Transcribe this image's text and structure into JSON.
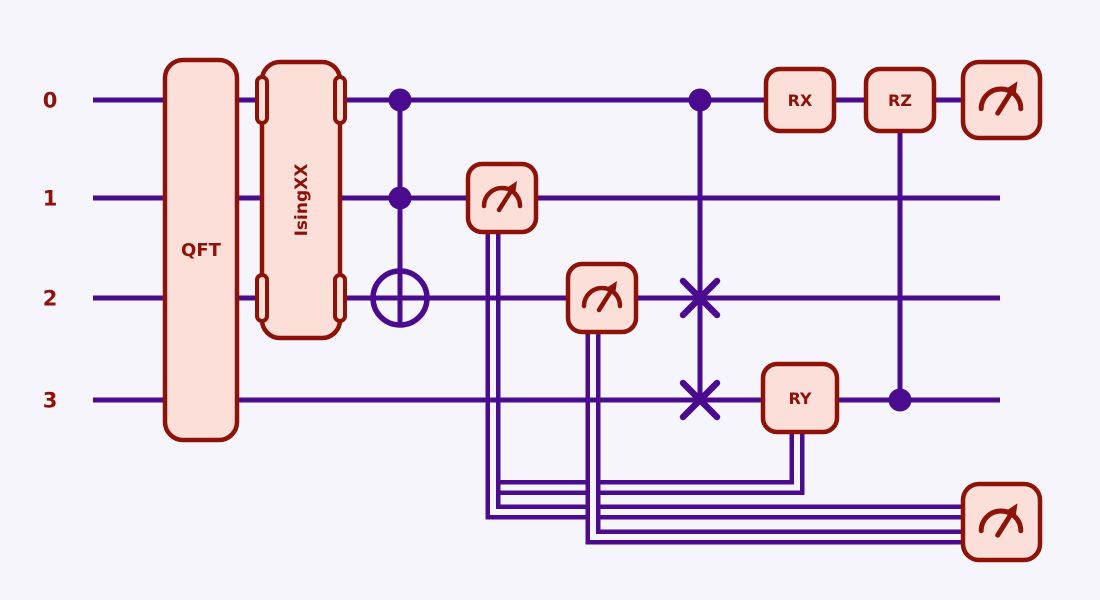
{
  "figure": {
    "type": "quantum-circuit-diagram",
    "colors": {
      "background": "#f6f5fc",
      "wire": "#4a0b8f",
      "gate_fill": "#fcdfd9",
      "gate_border": "#8d1208",
      "label_text": "#8d1208"
    }
  },
  "wires": [
    {
      "label": "0"
    },
    {
      "label": "1"
    },
    {
      "label": "2"
    },
    {
      "label": "3"
    }
  ],
  "gates": {
    "qft": {
      "label": "QFT",
      "spans_wires": "0-3"
    },
    "ising": {
      "label": "IsingXX",
      "active_wires": "0,2"
    },
    "ccnot": {
      "type": "controlled-not",
      "controls_on_wires": "0,1",
      "target_wire": "2"
    },
    "mid_measure_1": {
      "icon": "measure-gauge-icon",
      "wire": "1"
    },
    "mid_measure_2": {
      "icon": "measure-gauge-icon",
      "wire": "2"
    },
    "cswap": {
      "type": "controlled-swap",
      "control_wire": "0",
      "swap_wires": "2,3"
    },
    "rx": {
      "label": "RX",
      "wire": "0"
    },
    "ry": {
      "label": "RY",
      "wire": "3",
      "classically_controlled": true
    },
    "rz": {
      "label": "RZ",
      "wire": "0",
      "control_dot_wire": "3"
    },
    "final_measure_wire0": {
      "icon": "measure-gauge-icon",
      "wire": "0"
    },
    "final_measure_classical": {
      "icon": "measure-gauge-icon",
      "on": "classical-wires"
    }
  }
}
